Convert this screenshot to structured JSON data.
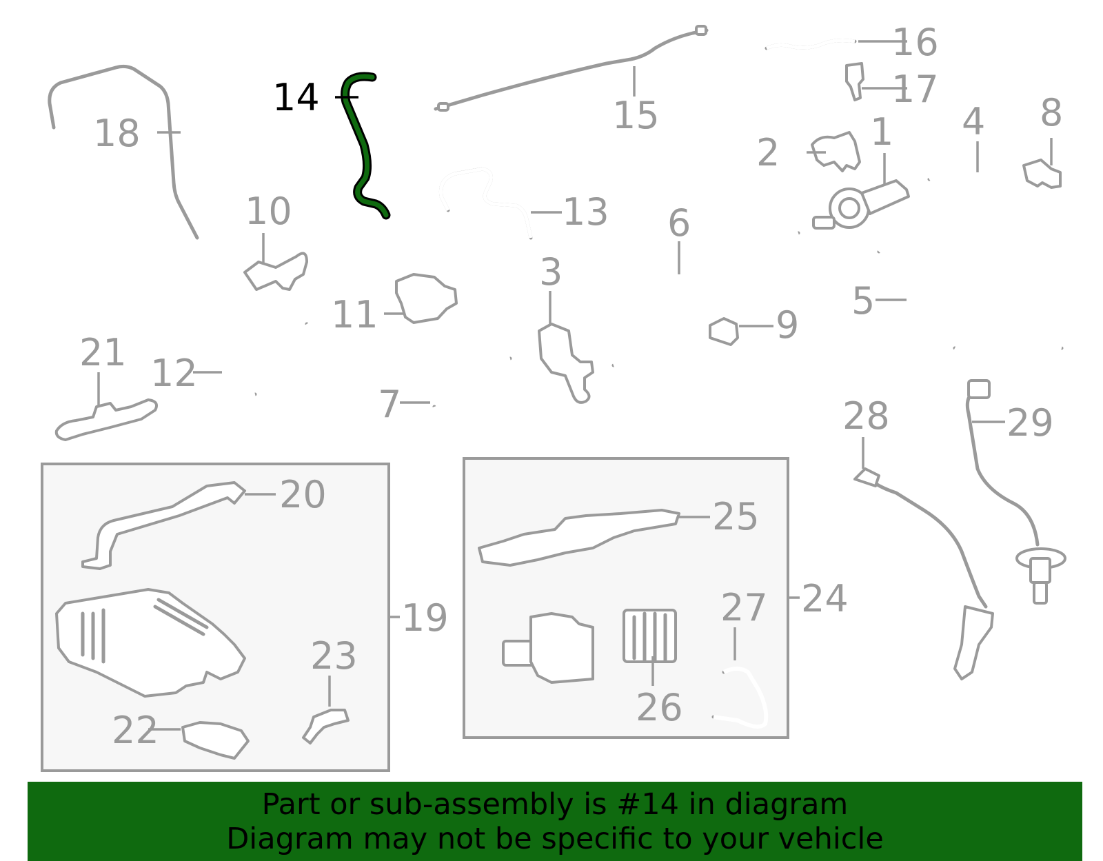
{
  "highlight": {
    "part": "14",
    "color": "#0f6a0f"
  },
  "callouts": [
    "1",
    "2",
    "3",
    "4",
    "5",
    "6",
    "7",
    "8",
    "9",
    "10",
    "11",
    "12",
    "13",
    "14",
    "15",
    "16",
    "17",
    "18",
    "19",
    "20",
    "21",
    "22",
    "23",
    "24",
    "25",
    "26",
    "27",
    "28",
    "29"
  ],
  "banner": {
    "line1": "Part or sub-assembly is #14 in diagram",
    "line2": "Diagram may not be specific to your vehicle",
    "background": "#0f6a0f"
  }
}
